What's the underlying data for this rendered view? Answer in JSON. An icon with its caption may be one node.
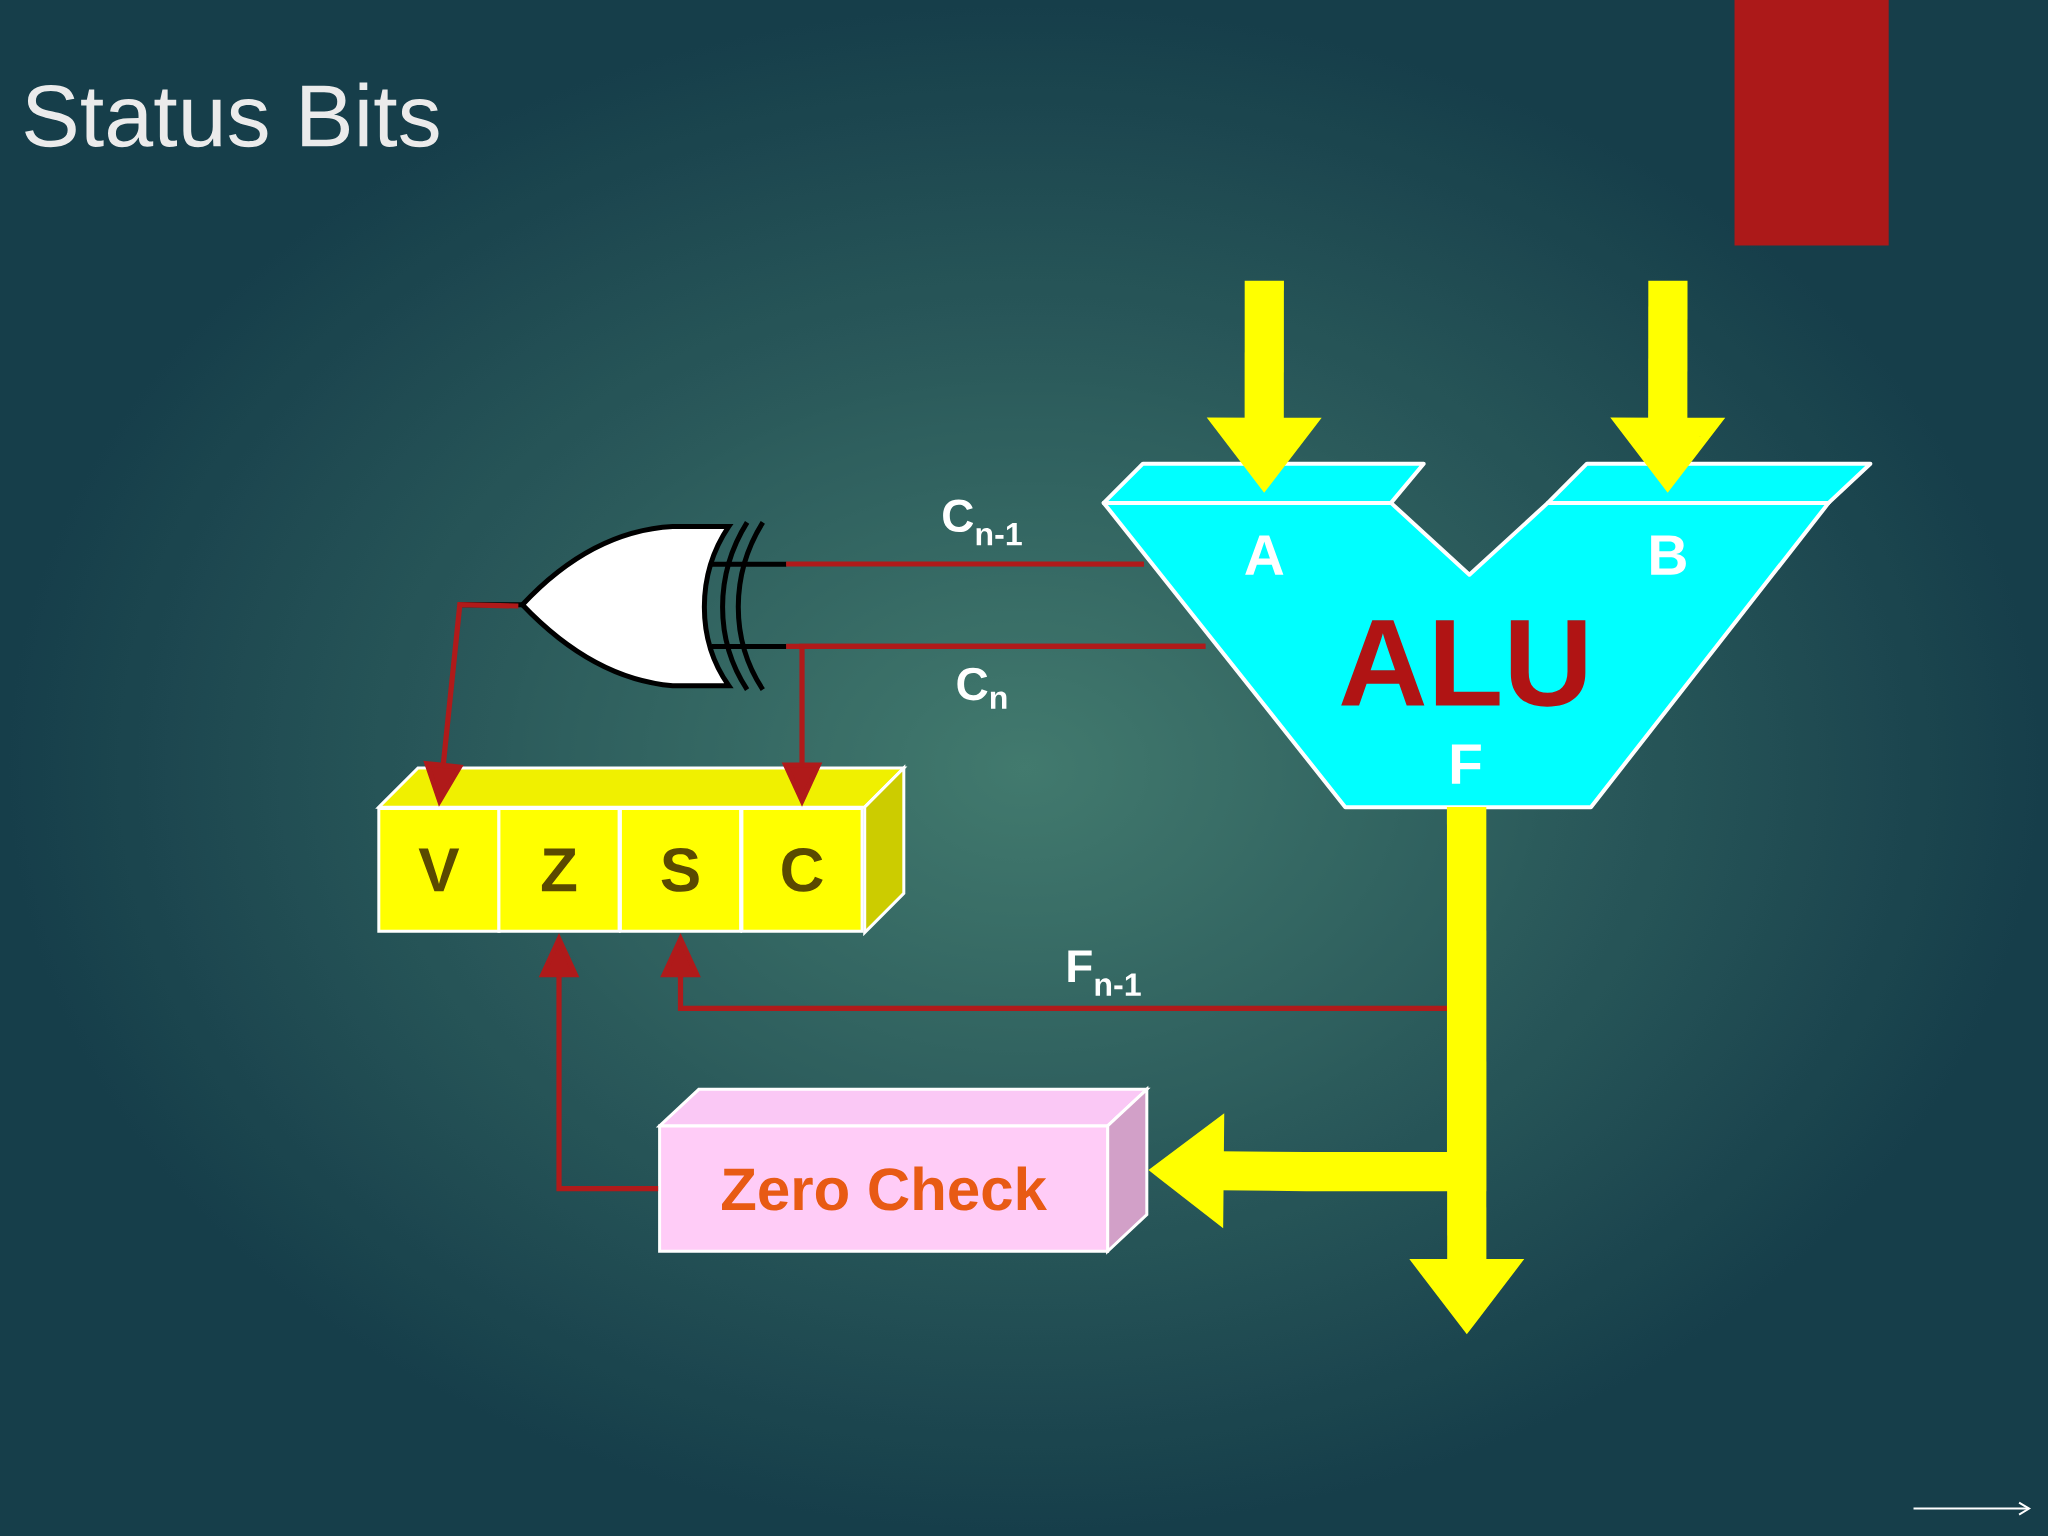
{
  "diagram": {
    "title": "Status Bits",
    "nodes": [
      {
        "text": [
          "A",
          "B",
          "ALU",
          "F"
        ]
      },
      {
        "text": [],
        "shape": "gate"
      },
      {
        "text": [
          "V"
        ]
      },
      {
        "text": [
          "Z"
        ]
      },
      {
        "text": [
          "S"
        ]
      },
      {
        "text": [
          "C"
        ]
      },
      {
        "text": [
          "Zero Check"
        ]
      }
    ],
    "edges": [
      {
        "from": null,
        "to": 0,
        "arrow": "to",
        "style": "thick",
        "color": "#ffff00"
      },
      {
        "from": null,
        "to": 0,
        "arrow": "to",
        "style": "thick",
        "color": "#ffff00"
      },
      {
        "from": 0,
        "to": 1,
        "arrow": "none",
        "label": "C$_{n-1}$"
      },
      {
        "from": 0,
        "to": 1,
        "arrow": "none",
        "label": "C$_{n}$"
      },
      {
        "from": 1,
        "to": 2,
        "arrow": "to"
      },
      {
        "from": 0,
        "to": 5,
        "arrow": "to"
      },
      {
        "from": 0,
        "to": 4,
        "arrow": "to",
        "label": "F$_{n-1}$"
      },
      {
        "from": 6,
        "to": 3,
        "arrow": "to"
      },
      {
        "from": 0,
        "to": null,
        "arrow": "to",
        "style": "thick",
        "color": "#ffff00"
      },
      {
        "from": 0,
        "to": 6,
        "arrow": "to",
        "style": "thick",
        "color": "#ffff00"
      }
    ]
  }
}
